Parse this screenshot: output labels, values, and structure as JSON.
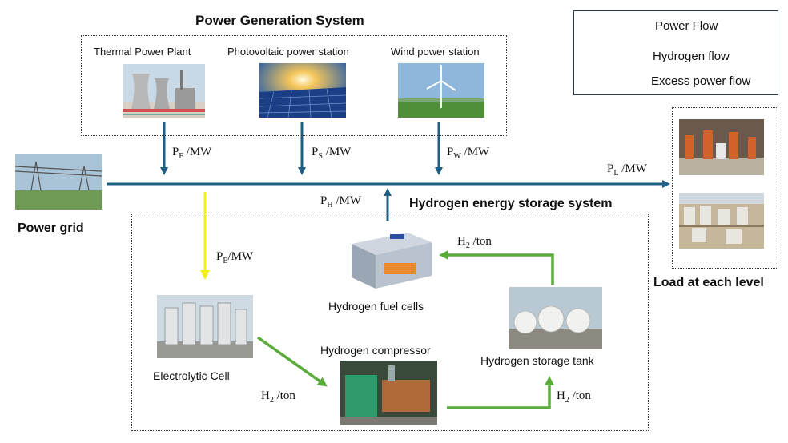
{
  "legend": {
    "power_flow": "Power Flow",
    "hydrogen_flow": "Hydrogen flow",
    "excess_flow": "Excess power flow"
  },
  "generation": {
    "title": "Power Generation System",
    "thermal": "Thermal Power Plant",
    "pv": "Photovoltaic power station",
    "wind": "Wind power station"
  },
  "grid_label": "Power grid",
  "load_label": "Load at each level",
  "storage": {
    "title": "Hydrogen energy storage system",
    "fuel_cells": "Hydrogen fuel cells",
    "electrolytic": "Electrolytic Cell",
    "compressor": "Hydrogen compressor",
    "tank": "Hydrogen storage tank"
  },
  "symbols": {
    "pf": {
      "base": "P",
      "sub": "F",
      "unit": " /MW"
    },
    "ps": {
      "base": "P",
      "sub": "S",
      "unit": " /MW"
    },
    "pw": {
      "base": "P",
      "sub": "W",
      "unit": " /MW"
    },
    "pl": {
      "base": "P",
      "sub": "L",
      "unit": " /MW"
    },
    "ph": {
      "base": "P",
      "sub": "H",
      "unit": " /MW"
    },
    "pe": {
      "base": "P",
      "sub": "E",
      "unit": "/MW"
    },
    "h2_fuel": {
      "base": "H",
      "sub": "2",
      "unit": " /ton"
    },
    "h2_elec": {
      "base": "H",
      "sub": "2",
      "unit": " /ton"
    },
    "h2_tank": {
      "base": "H",
      "sub": "2",
      "unit": " /ton"
    }
  },
  "colors": {
    "power": "#1f5f86",
    "hydrogen": "#5aac3a",
    "excess": "#f2ee1a"
  }
}
